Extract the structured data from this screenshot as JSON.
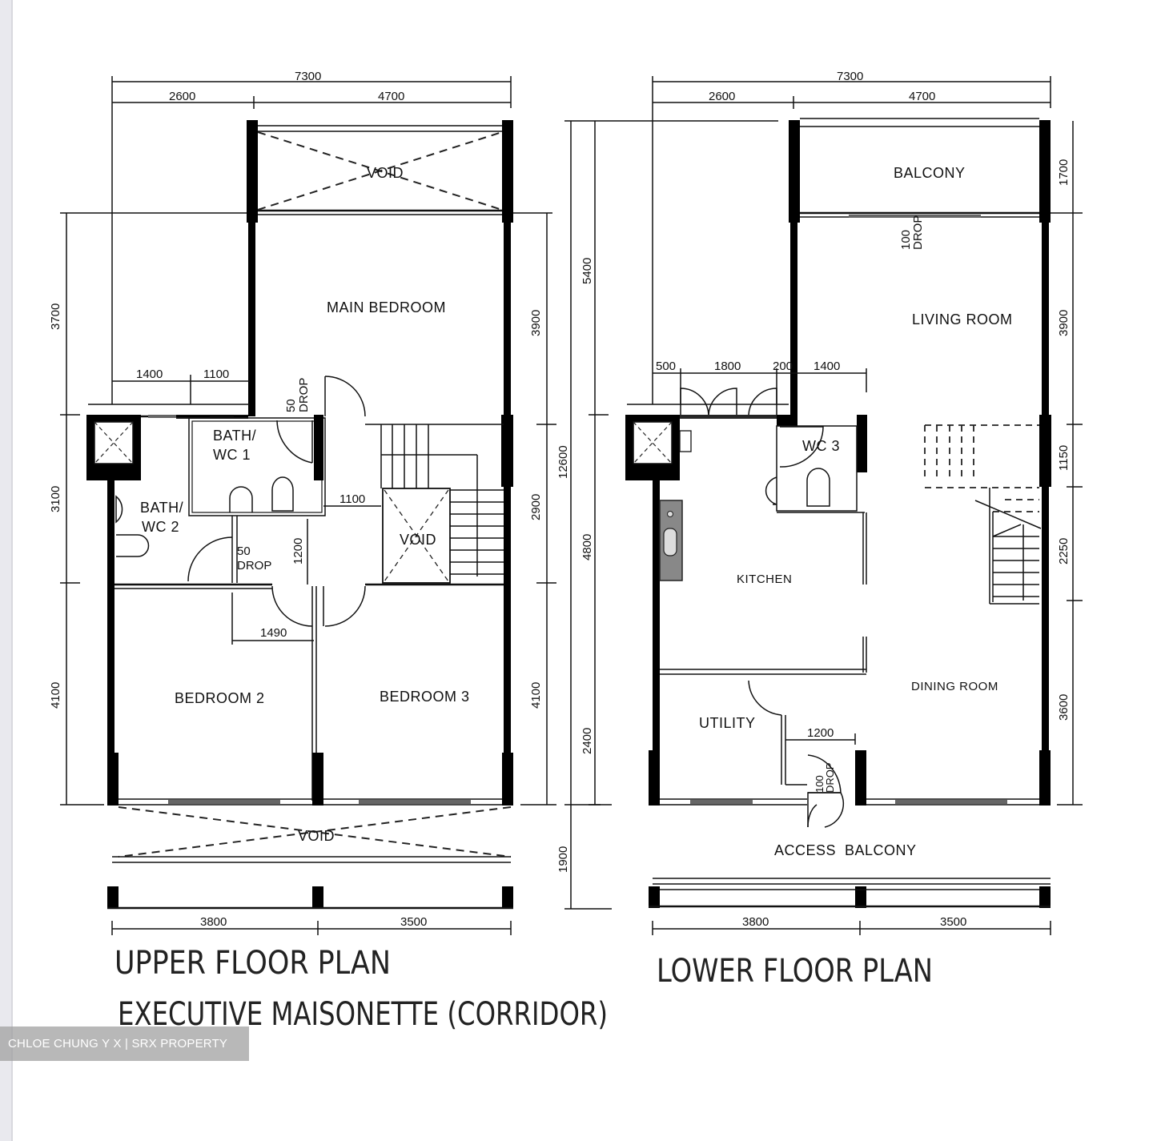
{
  "upper_plan": {
    "title": "UPPER FLOOR PLAN",
    "subtitle": "EXECUTIVE MAISONETTE (CORRIDOR)",
    "rooms": {
      "void_top": "VOID",
      "main_bedroom": "MAIN BEDROOM",
      "bath_wc1_line1": "BATH/",
      "bath_wc1_line2": "WC 1",
      "bath_wc2_line1": "BATH/",
      "bath_wc2_line2": "WC 2",
      "void_stair": "VOID",
      "bedroom2": "BEDROOM 2",
      "bedroom3": "BEDROOM 3",
      "void_bottom": "VOID"
    },
    "drop_labels": {
      "d1_num": "50",
      "d1_txt": "DROP",
      "d2_num": "50",
      "d2_txt": "DROP"
    },
    "dimensions": {
      "top_total": "7300",
      "top_left": "2600",
      "top_right": "4700",
      "left_3700": "3700",
      "left_3100": "3100",
      "left_4100": "4100",
      "right_3900": "3900",
      "right_2900": "2900",
      "right_4100": "4100",
      "inner_1400": "1400",
      "inner_1100": "1100",
      "corridor_1100": "1100",
      "corridor_1200": "1200",
      "corridor_1490": "1490",
      "bottom_3800": "3800",
      "bottom_3500": "3500"
    }
  },
  "lower_plan": {
    "title": "LOWER FLOOR PLAN",
    "rooms": {
      "balcony": "BALCONY",
      "living_room": "LIVING ROOM",
      "wc3": "WC 3",
      "kitchen": "KITCHEN",
      "dining_room": "DINING ROOM",
      "utility": "UTILITY",
      "access_balcony": "ACCESS  BALCONY"
    },
    "drop_labels": {
      "d1_num": "100",
      "d1_txt": "DROP",
      "d2_num": "100",
      "d2_txt": "DROP"
    },
    "dimensions": {
      "top_total": "7300",
      "top_left": "2600",
      "top_right": "4700",
      "left_total": "12600",
      "left_5400": "5400",
      "left_4800": "4800",
      "left_2400": "2400",
      "left_1900": "1900",
      "right_1700": "1700",
      "right_3900": "3900",
      "right_1150": "1150",
      "right_2250": "2250",
      "right_3600": "3600",
      "inner_500": "500",
      "inner_1800": "1800",
      "inner_200": "200",
      "inner_1400": "1400",
      "inner_1200": "1200",
      "bottom_3800": "3800",
      "bottom_3500": "3500"
    }
  },
  "watermark": {
    "text": "CHLOE CHUNG Y X | SRX PROPERTY"
  }
}
